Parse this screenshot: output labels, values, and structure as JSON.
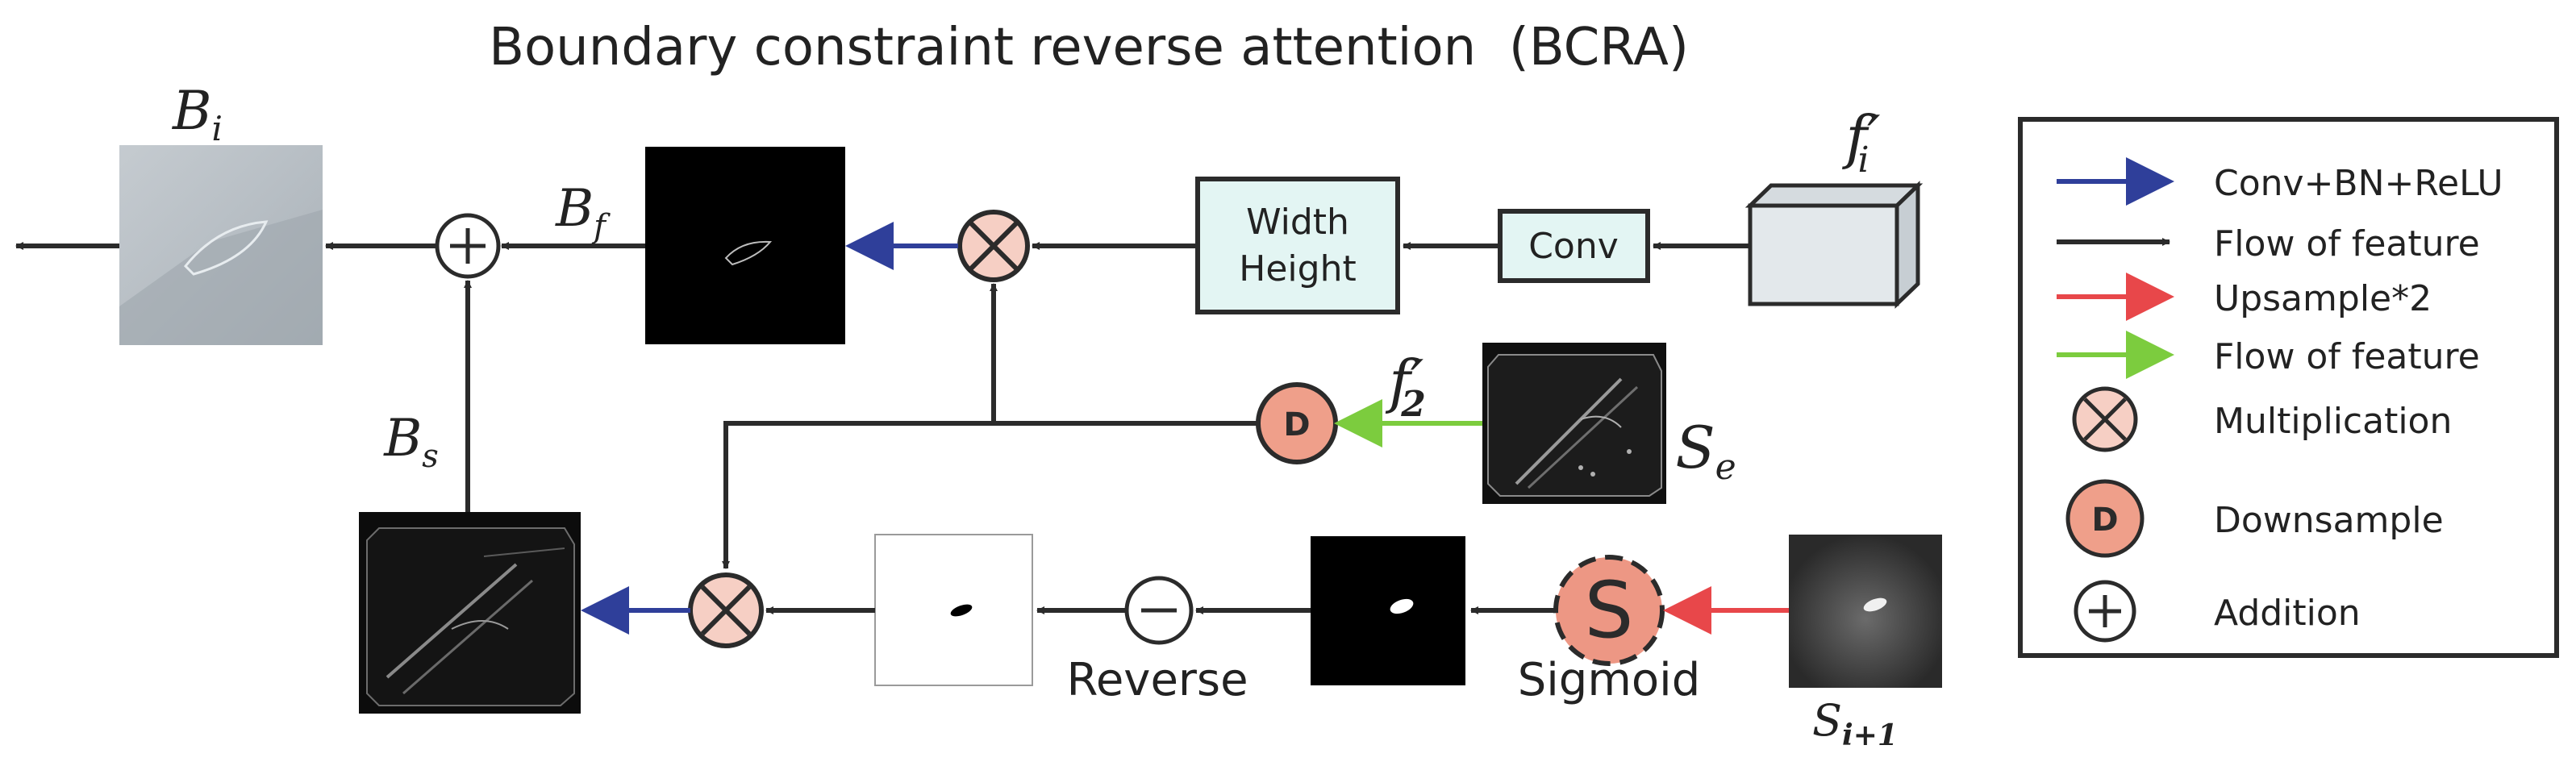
{
  "title": "Boundary constraint reverse attention  (BCRA)",
  "labels": {
    "bi": "B",
    "bi_sub": "i",
    "bf": "B",
    "bf_sub": "f",
    "bs": "B",
    "bs_sub": "s",
    "fi": "f′",
    "fi_sub": "i",
    "f2": "f′",
    "f2_sub": "2",
    "se": "S",
    "se_sub": "e",
    "si1": "S",
    "si1_sub": "i+1"
  },
  "blocks": {
    "width_height_line1": "Width",
    "width_height_line2": "Height",
    "conv": "Conv",
    "downsample_letter": "D",
    "sigmoid_letter": "S"
  },
  "captions": {
    "reverse": "Reverse",
    "sigmoid": "Sigmoid"
  },
  "legend": {
    "items": [
      {
        "symbol": "arrow",
        "color": "#2f3f9a",
        "label": "Conv+BN+ReLU"
      },
      {
        "symbol": "arrow",
        "color": "#2b2b2b",
        "label": "Flow of feature"
      },
      {
        "symbol": "arrow",
        "color": "#e8474a",
        "label": "Upsample*2"
      },
      {
        "symbol": "arrow",
        "color": "#7ccc3e",
        "label": "Flow of feature"
      },
      {
        "symbol": "multiply-icon",
        "label": "Multiplication"
      },
      {
        "symbol": "downsample-icon",
        "letter": "D",
        "label": "Downsample"
      },
      {
        "symbol": "plus-icon",
        "label": "Addition"
      }
    ]
  },
  "colors": {
    "black_flow": "#2b2b2b",
    "blue_conv": "#2f3f9a",
    "red_upsample": "#e8474a",
    "green_flow": "#7ccc3e",
    "op_fill": "#f6cfc4",
    "downsample_fill": "#ef9f8a",
    "sigmoid_fill": "#ed9784",
    "block_fill": "#e3f5f3",
    "cube_fill": "#e3e8eb"
  }
}
